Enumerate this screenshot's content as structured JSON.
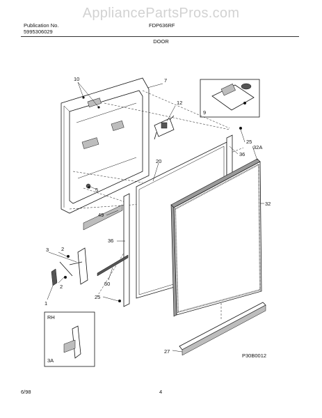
{
  "watermark": "AppliancePartsPros.com",
  "header": {
    "publication_label": "Publication No.",
    "publication_number": "5995306029",
    "model": "FDP636RF",
    "section_title": "DOOR"
  },
  "diagram_code": "P30B0012",
  "inset_labels": {
    "rh": "RH",
    "part_3a": "3A"
  },
  "part_labels": {
    "p1": "1",
    "p2a": "2",
    "p2b": "2",
    "p3": "3",
    "p5": "5",
    "p7": "7",
    "p9": "9",
    "p10": "10",
    "p12": "12",
    "p20": "20",
    "p25a": "25",
    "p25b": "25",
    "p27": "27",
    "p32": "32",
    "p32a": "32A",
    "p36a": "36",
    "p36b": "36",
    "p49": "49",
    "p50": "50"
  },
  "footer": {
    "date": "6/98",
    "page": "4"
  }
}
